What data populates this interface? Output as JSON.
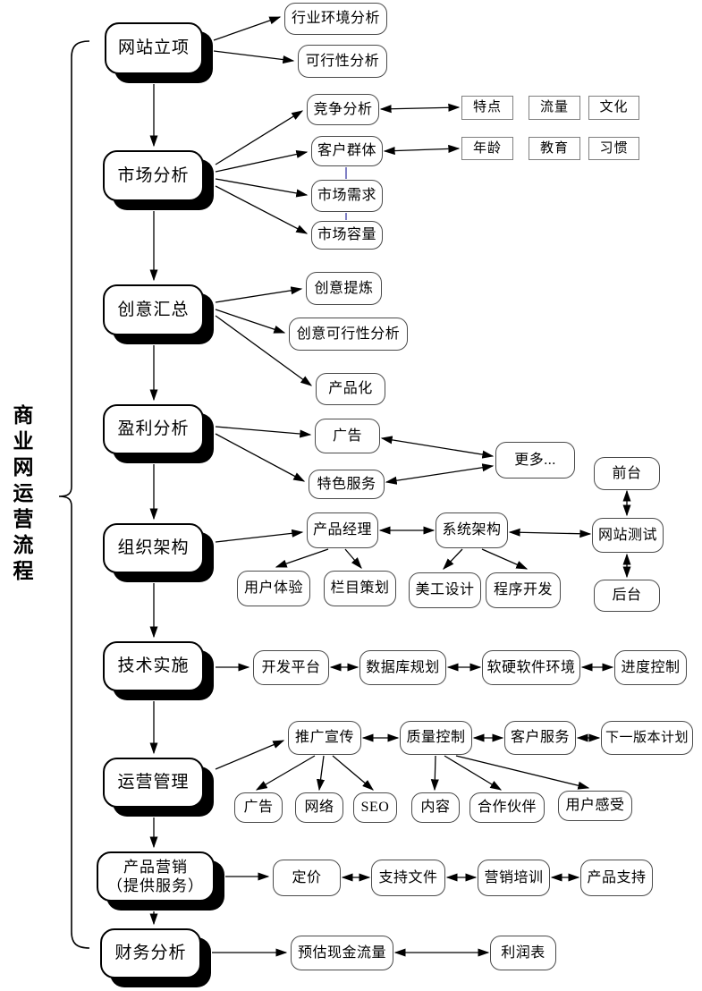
{
  "title": {
    "vertical_label": "商业网运营流程"
  },
  "nodes": {
    "wangzhan_lixiang": "网站立项",
    "hangye_huanjing_fenxi": "行业环境分析",
    "kexingxing_fenxi": "可行性分析",
    "shichang_fenxi": "市场分析",
    "jingzheng_fenxi": "竞争分析",
    "kehu_qunti": "客户群体",
    "shichang_xuqiu": "市场需求",
    "shichang_rongliang": "市场容量",
    "tedian": "特点",
    "liuliang": "流量",
    "wenhua": "文化",
    "nianling": "年龄",
    "jiaoyu": "教育",
    "xiguan": "习惯",
    "chuangyi_huizong": "创意汇总",
    "chuangyi_tilian": "创意提炼",
    "chuangyi_kexingxing_fenxi": "创意可行性分析",
    "chanpinhua": "产品化",
    "yingli_fenxi": "盈利分析",
    "guanggao_yingli": "广告",
    "tese_fuwu": "特色服务",
    "gengduo": "更多...",
    "qiantai": "前台",
    "zuzhi_jiagou": "组织架构",
    "chanpin_jingli": "产品经理",
    "xitong_jiagou": "系统架构",
    "wangzhan_ceshi": "网站测试",
    "houtai": "后台",
    "yonghu_tiyan": "用户体验",
    "lanmu_cehua": "栏目策划",
    "meigong_sheji": "美工设计",
    "chengxu_kaifa": "程序开发",
    "jishu_shishi": "技术实施",
    "kaifa_pingtai": "开发平台",
    "shujuku_guihua": "数据库规划",
    "ruanying_ruanjian_huanjing": "软硬软件环境",
    "jindu_kongzhi": "进度控制",
    "yunying_guanli": "运营管理",
    "tuiguang_xuanchuan": "推广宣传",
    "zhiliang_kongzhi": "质量控制",
    "kehu_fuwu": "客户服务",
    "xiayi_banben_jihua": "下一版本计划",
    "guanggao_tuiguang": "广告",
    "wangluo": "网络",
    "seo": "SEO",
    "neirong": "内容",
    "hezuo_huoban": "合作伙伴",
    "yonghu_ganshou": "用户感受",
    "chanpin_yingxiao": {
      "line1": "产品营销",
      "line2": "（提供服务）"
    },
    "dingjia": "定价",
    "zhichi_wenjian": "支持文件",
    "yingxiao_peixun": "营销培训",
    "chanpin_zhichi": "产品支持",
    "caiwu_fenxi": "财务分析",
    "yugu_xianjin_liuliang": "预估现金流量",
    "lirunbiao": "利润表"
  },
  "edges": [
    {
      "from": "网站立项",
      "to": "行业环境分析",
      "style": "arrow"
    },
    {
      "from": "网站立项",
      "to": "可行性分析",
      "style": "arrow"
    },
    {
      "from": "网站立项",
      "to": "市场分析",
      "style": "arrow"
    },
    {
      "from": "市场分析",
      "to": "竞争分析",
      "style": "arrow"
    },
    {
      "from": "市场分析",
      "to": "客户群体",
      "style": "arrow"
    },
    {
      "from": "市场分析",
      "to": "市场需求",
      "style": "arrow"
    },
    {
      "from": "市场分析",
      "to": "市场容量",
      "style": "arrow"
    },
    {
      "from": "竞争分析",
      "to": "特点",
      "style": "double-arrow"
    },
    {
      "from": "客户群体",
      "to": "年龄",
      "style": "double-arrow"
    },
    {
      "from": "客户群体",
      "to": "市场需求",
      "style": "line"
    },
    {
      "from": "市场需求",
      "to": "市场容量",
      "style": "line"
    },
    {
      "from": "市场分析",
      "to": "创意汇总",
      "style": "arrow"
    },
    {
      "from": "创意汇总",
      "to": "创意提炼",
      "style": "arrow"
    },
    {
      "from": "创意汇总",
      "to": "创意可行性分析",
      "style": "arrow"
    },
    {
      "from": "创意汇总",
      "to": "产品化",
      "style": "arrow"
    },
    {
      "from": "创意汇总",
      "to": "盈利分析",
      "style": "arrow"
    },
    {
      "from": "盈利分析",
      "to": "广告",
      "style": "arrow"
    },
    {
      "from": "盈利分析",
      "to": "特色服务",
      "style": "arrow"
    },
    {
      "from": "广告",
      "to": "更多...",
      "style": "double-arrow"
    },
    {
      "from": "特色服务",
      "to": "更多...",
      "style": "double-arrow"
    },
    {
      "from": "盈利分析",
      "to": "组织架构",
      "style": "arrow"
    },
    {
      "from": "组织架构",
      "to": "产品经理",
      "style": "arrow"
    },
    {
      "from": "产品经理",
      "to": "系统架构",
      "style": "double-arrow"
    },
    {
      "from": "系统架构",
      "to": "网站测试",
      "style": "double-arrow"
    },
    {
      "from": "前台",
      "to": "网站测试",
      "style": "double-arrow"
    },
    {
      "from": "网站测试",
      "to": "后台",
      "style": "double-arrow"
    },
    {
      "from": "产品经理",
      "to": "用户体验",
      "style": "arrow"
    },
    {
      "from": "产品经理",
      "to": "栏目策划",
      "style": "arrow"
    },
    {
      "from": "系统架构",
      "to": "美工设计",
      "style": "arrow"
    },
    {
      "from": "系统架构",
      "to": "程序开发",
      "style": "arrow"
    },
    {
      "from": "组织架构",
      "to": "技术实施",
      "style": "arrow"
    },
    {
      "from": "技术实施",
      "to": "开发平台",
      "style": "arrow"
    },
    {
      "from": "开发平台",
      "to": "数据库规划",
      "style": "double-arrow"
    },
    {
      "from": "数据库规划",
      "to": "软硬软件环境",
      "style": "double-arrow"
    },
    {
      "from": "软硬软件环境",
      "to": "进度控制",
      "style": "double-arrow"
    },
    {
      "from": "技术实施",
      "to": "运营管理",
      "style": "arrow"
    },
    {
      "from": "运营管理",
      "to": "推广宣传",
      "style": "arrow"
    },
    {
      "from": "推广宣传",
      "to": "质量控制",
      "style": "double-arrow"
    },
    {
      "from": "质量控制",
      "to": "客户服务",
      "style": "double-arrow"
    },
    {
      "from": "客户服务",
      "to": "下一版本计划",
      "style": "double-arrow"
    },
    {
      "from": "推广宣传",
      "to": "广告",
      "style": "arrow"
    },
    {
      "from": "推广宣传",
      "to": "网络",
      "style": "arrow"
    },
    {
      "from": "推广宣传",
      "to": "SEO",
      "style": "arrow"
    },
    {
      "from": "质量控制",
      "to": "内容",
      "style": "arrow"
    },
    {
      "from": "质量控制",
      "to": "合作伙伴",
      "style": "arrow"
    },
    {
      "from": "质量控制",
      "to": "用户感受",
      "style": "arrow"
    },
    {
      "from": "运营管理",
      "to": "产品营销（提供服务）",
      "style": "arrow"
    },
    {
      "from": "产品营销（提供服务）",
      "to": "定价",
      "style": "arrow"
    },
    {
      "from": "定价",
      "to": "支持文件",
      "style": "double-arrow"
    },
    {
      "from": "支持文件",
      "to": "营销培训",
      "style": "double-arrow"
    },
    {
      "from": "营销培训",
      "to": "产品支持",
      "style": "double-arrow"
    },
    {
      "from": "产品营销（提供服务）",
      "to": "财务分析",
      "style": "arrow"
    },
    {
      "from": "财务分析",
      "to": "预估现金流量",
      "style": "arrow"
    },
    {
      "from": "预估现金流量",
      "to": "利润表",
      "style": "double-arrow"
    }
  ]
}
